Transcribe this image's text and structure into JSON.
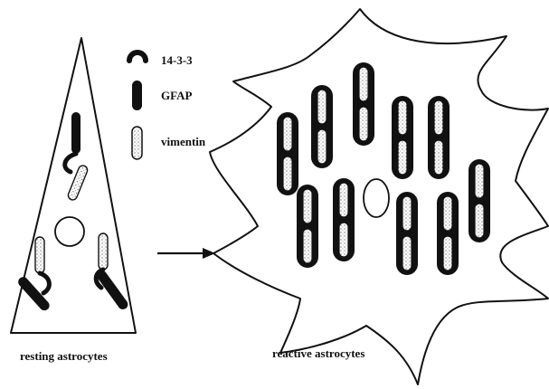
{
  "legend": {
    "items": [
      {
        "key": "14-3-3",
        "label": "14-3-3",
        "icon": "arc-icon"
      },
      {
        "key": "gfap",
        "label": "GFAP",
        "icon": "black-capsule-icon"
      },
      {
        "key": "vimentin",
        "label": "vimentin",
        "icon": "white-capsule-icon"
      }
    ]
  },
  "cells": {
    "resting": {
      "label": "resting astrocytes"
    },
    "reactive": {
      "label": "reactive astrocytes"
    }
  },
  "colors": {
    "ink": "#111111",
    "paper": "#ffffff"
  }
}
